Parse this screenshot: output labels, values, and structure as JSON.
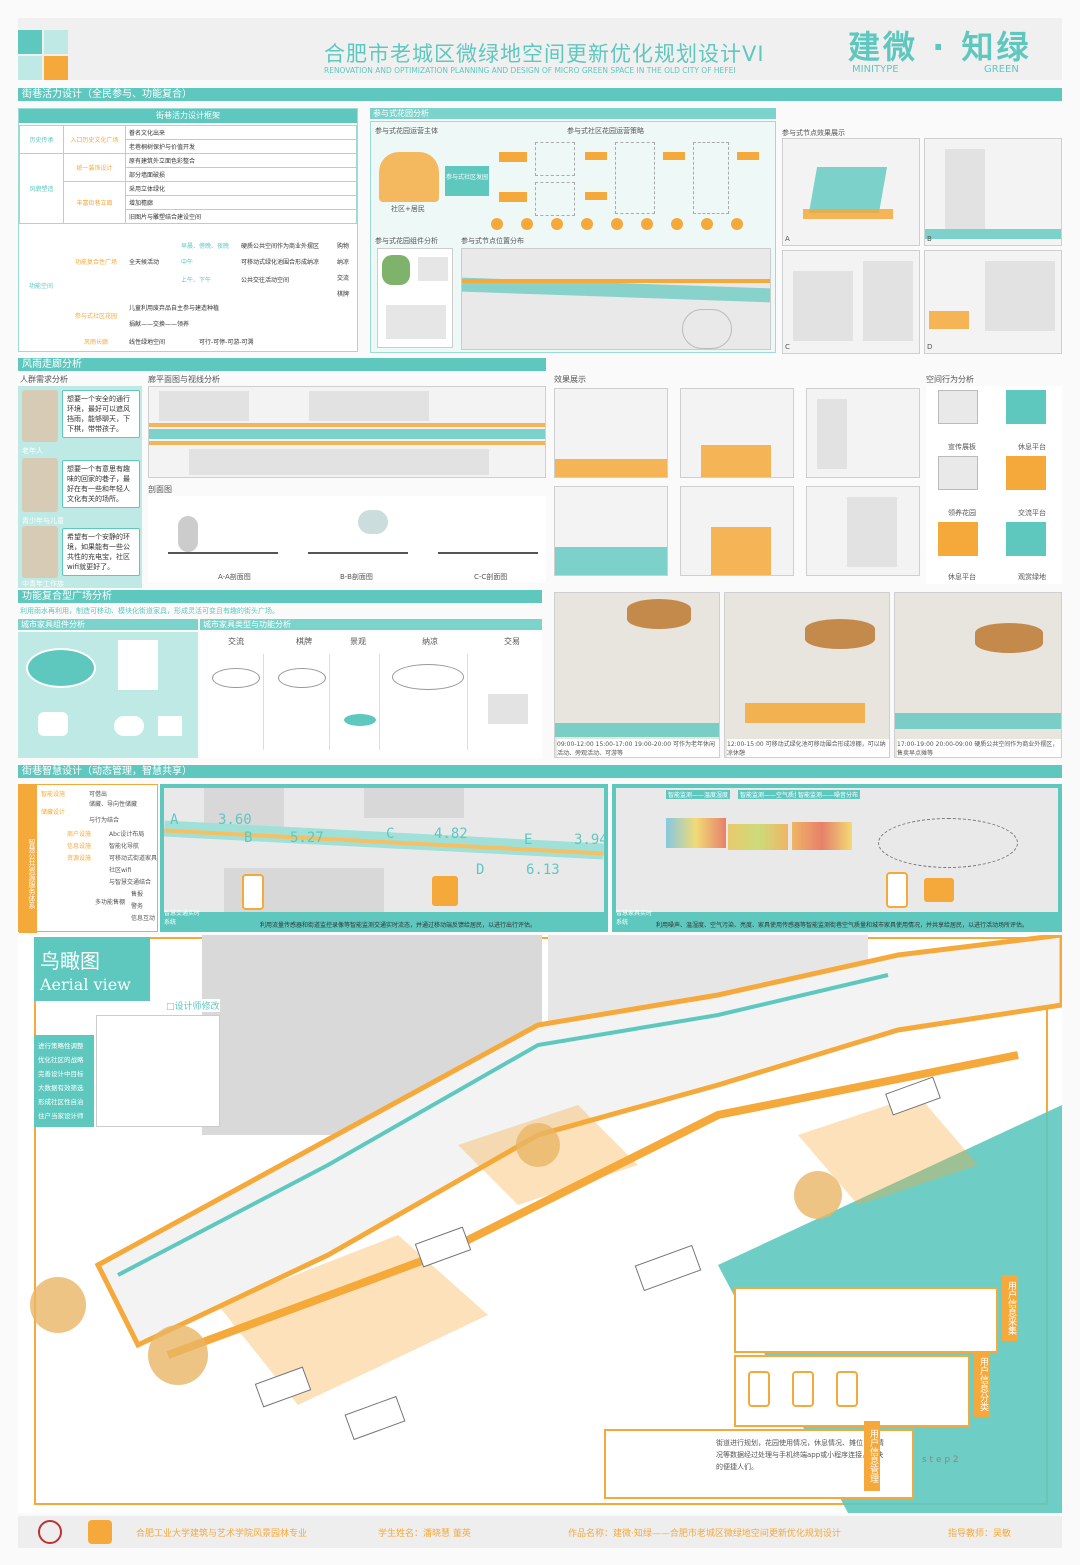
{
  "header": {
    "title": "合肥市老城区微绿地空间更新优化规划设计VI",
    "subtitle": "RENOVATION AND OPTIMIZATION PLANNING AND DESIGN OF MICRO GREEN SPACE IN THE OLD CITY OF HEFEI",
    "brand": "建微 · 知绿",
    "brand_sub_left": "MINITYPE",
    "brand_sub_right": "GREEN"
  },
  "sec1": {
    "title": "街巷活力设计（全民参与、功能复合）",
    "table_title": "街巷活力设计框架",
    "rows": [
      {
        "cat": "历史传承",
        "sub": "入口历史文化广场",
        "items": [
          "眷名文化出来",
          "老巷桐树保护与价值开发"
        ]
      },
      {
        "cat": "风貌塑造",
        "sub": "统一装饰设计",
        "items": [
          "原有建筑外立面色彩整合",
          "部分墙面破损"
        ]
      },
      {
        "cat": "",
        "sub": "丰富街巷立面",
        "items": [
          "采用立体绿化",
          "增加檐廊",
          "旧图片与雕塑结合建设空间"
        ]
      }
    ],
    "func_cat": "功能空间",
    "func_sub1": "功能复合性广场",
    "func_activity": "全天候活动",
    "times": [
      "早晨、傍晚、夜晚",
      "中午",
      "上午、下午"
    ],
    "time_uses": [
      "硬质公共空间作为商业外摆区",
      "可移动式绿化池围合形成纳凉",
      "公共交往活动空间"
    ],
    "uses": [
      "购物",
      "纳凉",
      "交流",
      "棋牌"
    ],
    "func_sub2": "参与式社区花园",
    "garden_items": [
      "儿童利用废弃品自主参与建造种植",
      "捐献——交换——领养"
    ],
    "func_sub3": "风雨长廊",
    "corridor_items": [
      "线性绿地空间",
      "可行-可停-可游-可溯"
    ],
    "participatory_title": "参与式花园分析",
    "p_subject": "参与式花园运营主体",
    "p_strategy": "参与式社区花园运营策略",
    "p_nodes": "参与式节点效果展示",
    "p_center": "参与式社区发园",
    "p_people": "社区+居民",
    "p_components": "参与式花园组件分析",
    "p_location": "参与式节点位置分布",
    "labels_abcd": [
      "A",
      "B",
      "C",
      "D"
    ]
  },
  "sec2": {
    "title": "风雨走廊分析",
    "crowd_title": "人群需求分析",
    "bubbles": [
      "想要一个安全的通行环境，最好可以遮风挡雨，能够聊天，下下棋，带带孩子。",
      "想要一个有意思有趣味的回家的巷子，最好在有一些和年轻人文化有关的场所。",
      "希望有一个安静的环境，如果能有一些公共性的充电宝，社区wifi就更好了。"
    ],
    "groups": [
      "老年人",
      "青少年与儿童",
      "中青年工作族"
    ],
    "plan_title": "廊平面图与视线分析",
    "section_title": "剖面图",
    "sections": [
      "A-A剖面图",
      "B-B剖面图",
      "C-C剖面图"
    ],
    "effect_title": "效果展示",
    "behavior_title": "空间行为分析",
    "behaviors": [
      "宣传展板",
      "休息平台",
      "领养花园",
      "交流平台",
      "休息平台",
      "观赏绿地"
    ]
  },
  "sec3": {
    "title": "功能复合型广场分析",
    "desc": "利用雨水再利用，制造可移动、模块化街道家具，形成灵活可变且有趣的街头广场。",
    "parts_title": "城市家具组件分析",
    "types_title": "城市家具类型与功能分析",
    "types": [
      "交流",
      "棋牌",
      "景观",
      "纳凉",
      "交易"
    ],
    "render_captions": [
      "09:00-12:00  15:00-17:00  19:00-20:00    可作为老年休闲活动、旁观活动、可游等",
      "12:00-15:00    可移动式绿化池可移动围合形成凉棚，可以纳凉休憩",
      "17:00-19:00  20:00-09:00    硬质公共空间作为商业外摆区，售卖早点摊等"
    ]
  },
  "sec4": {
    "title": "街巷智慧设计（动态管理，智慧共享）",
    "left_cat": "智慧公共资源服务体系",
    "left_rows": [
      "智能设施",
      "可借出",
      "储藏设计",
      "储藏、导向性储藏",
      "与行为结合",
      "商户设施",
      "Abc设计布局",
      "信息设施",
      "智能化导航",
      "资源设施",
      "可移动式街道家具",
      "社区wifi",
      "与智慧交通结合",
      "多功能售棚",
      "售报",
      "警务",
      "信息互动"
    ],
    "numbers": [
      "3.60",
      "5.27",
      "4.82",
      "6.13",
      "3.94"
    ],
    "point_labels": [
      "A",
      "B",
      "C",
      "D",
      "E"
    ],
    "traffic_label": "智慧交通实时系统",
    "traffic_desc": "利用流量传感器和街道监控录像等智能监测交通实时流态，并通过移动端反馈给居民，以进行出行评估。",
    "env_label": "智慧家具实时系统",
    "env_desc": "利用噪声、温湿度、空气污染、亮度、家具使用传感器等智能监测街巷空气质量和城市家具使用情况，并共享给居民，以进行活动场所评估。",
    "map_tabs": [
      "智能监测——温度湿度",
      "智能监测——空气质量",
      "智能监测——噪音分布"
    ]
  },
  "aerial": {
    "title_cn": "鸟瞰图",
    "title_en": "Aerial view",
    "designer": "□设计师修改",
    "steps": [
      "进行策略性调整",
      "优化社区的战略",
      "完善设计中目标",
      "大数据有效筛选",
      "形成社区性自治",
      "住户当家设计师"
    ],
    "vertical1": "用户信息采集",
    "vertical2": "用户信息分类",
    "vertical3": "用户信息管理",
    "step2": "s t e p 2",
    "bottom_text": "街道进行规划，花园使用情况，休息情况、摊位占用情况等数据经过处理与手机终端app或小程序连接，更快的便捷人们。"
  },
  "footer": {
    "school": "合肥工业大学建筑与艺术学院风景园林专业",
    "student": "学生姓名：潘晓慧 董英",
    "work": "作品名称：建微·知绿——合肥市老城区微绿地空间更新优化规划设计",
    "teacher": "指导教师：吴敏"
  }
}
